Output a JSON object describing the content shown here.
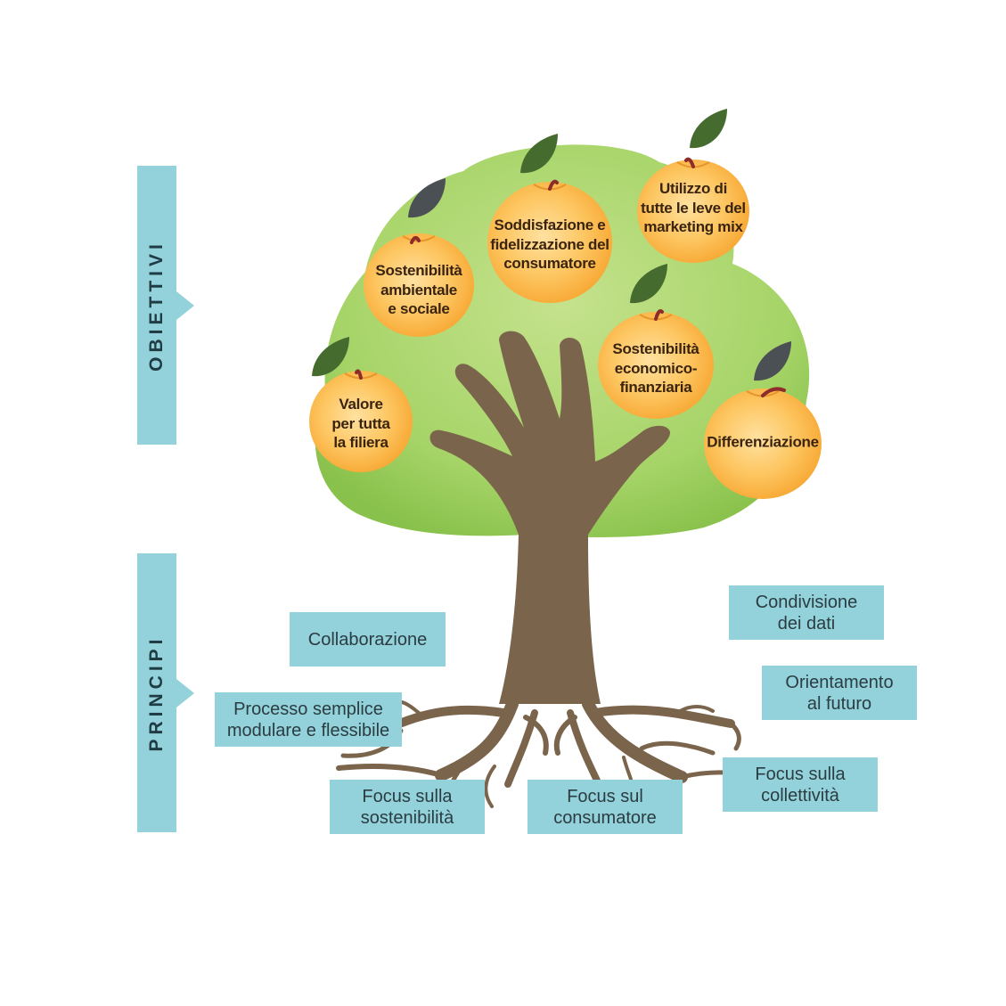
{
  "sections": {
    "objectives_label": "OBIETTIVI",
    "principles_label": "PRINCIPI"
  },
  "objectives": [
    "Sostenibilità\nambientale\ne sociale",
    "Soddisfazione e\nfidelizzazione del\nconsumatore",
    "Utilizzo di\ntutte le leve del\nmarketing mix",
    "Sostenibilità\neconomico-\nfinanziaria",
    "Valore\nper tutta\nla filiera",
    "Differenziazione"
  ],
  "principles": [
    "Collaborazione",
    "Processo semplice\nmodulare e flessibile",
    "Focus sulla\nsostenibilità",
    "Focus sul\nconsumatore",
    "Condivisione\ndei dati",
    "Orientamento\nal futuro",
    "Focus sulla\ncollettività"
  ],
  "colors": {
    "label_bar": "#93d2da",
    "foliage": "#a6d468",
    "apple": "#fbb446",
    "leaf_green": "#466b2e",
    "leaf_grey": "#4b5055",
    "trunk": "#7a644b",
    "stem": "#8e2b2b"
  }
}
